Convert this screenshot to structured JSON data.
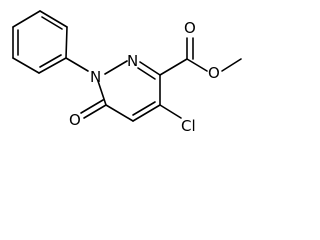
{
  "molecule": {
    "atom_labels": {
      "ring_nitrogen_1": "N",
      "ring_nitrogen_2": "N",
      "carbonyl_oxygen_ring": "O",
      "chlorine": "Cl",
      "ester_carbonyl_oxygen": "O",
      "ester_ether_oxygen": "O"
    }
  }
}
